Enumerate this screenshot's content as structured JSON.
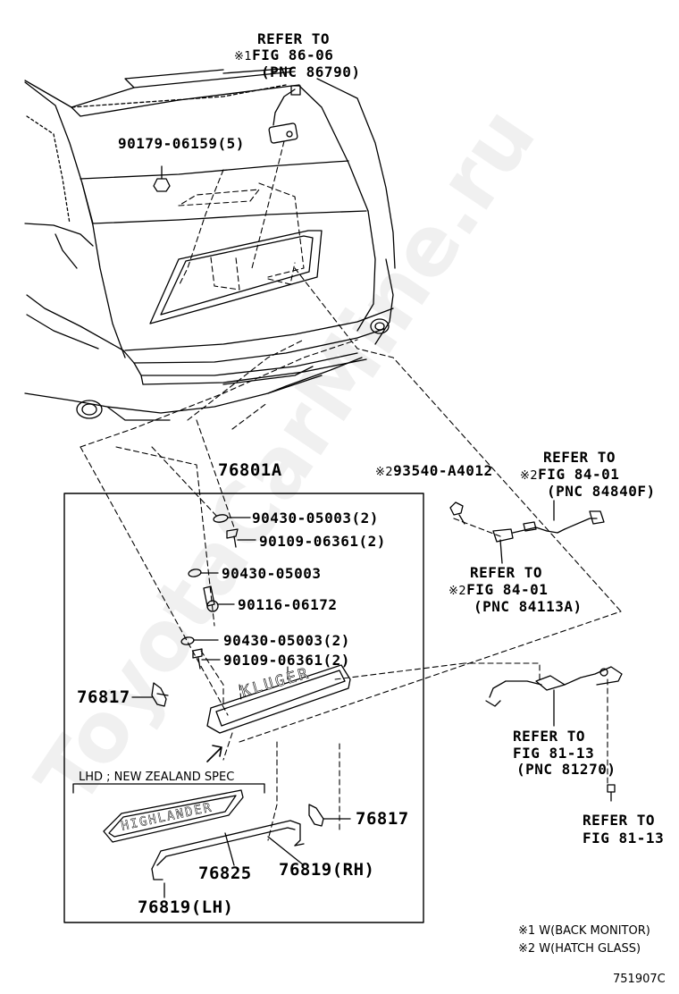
{
  "watermark": "ToyotaCarMine.ru",
  "figure_code": "751907C",
  "box_label": "76801A",
  "region_note": "LHD ; NEW ZEALAND SPEC",
  "refs": {
    "top": {
      "mark": "※1",
      "line1": "REFER TO",
      "line2": "FIG 86-06",
      "line3": "(PNC 86790)"
    },
    "right1": {
      "mark": "※2",
      "line1": "REFER TO",
      "line2": "FIG 84-01",
      "line3": "(PNC 84840F)"
    },
    "right2": {
      "mark": "※2",
      "line1": "REFER TO",
      "line2": "FIG 84-01",
      "line3": "(PNC 84113A)"
    },
    "right3": {
      "line1": "REFER TO",
      "line2": "FIG 81-13",
      "line3": "(PNC 81270)"
    },
    "right4": {
      "line1": "REFER TO",
      "line2": "FIG 81-13"
    }
  },
  "parts": {
    "p90179": "90179-06159(5)",
    "p93540": "93540-A4012",
    "p93540_mark": "※2",
    "a1": "90430-05003(2)",
    "a2": "90109-06361(2)",
    "a3": "90430-05003",
    "a4": "90116-06172",
    "a5": "90430-05003(2)",
    "a6": "90109-06361(2)",
    "clip_left": "76817",
    "clip_right": "76817",
    "garnish": "76825",
    "clip_rh": "76819(RH)",
    "clip_lh": "76819(LH)"
  },
  "emblems": {
    "kluger": "KLUGER",
    "highlander": "HIGHLANDER"
  },
  "notes": {
    "n1": "※1 W(BACK MONITOR)",
    "n2": "※2 W(HATCH GLASS)"
  }
}
